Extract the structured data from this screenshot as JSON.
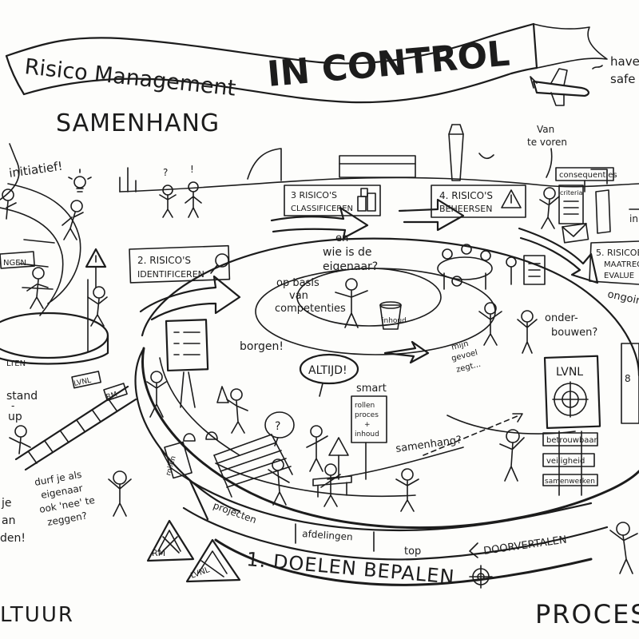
{
  "banner": {
    "part1": "Risico Management",
    "part2": "IN CONTROL"
  },
  "sections": {
    "samenhang": "SAMENHANG",
    "cultuur": "LTUUR",
    "proces": "PROCES"
  },
  "top_right_note": {
    "line1": "have",
    "line2": "safe"
  },
  "steps": {
    "step2": {
      "line1": "2. RISICO'S",
      "line2": "IDENTIFICEREN"
    },
    "step3": {
      "line1": "3 RISICO'S",
      "line2": "CLASSIFICEREN"
    },
    "step4": {
      "line1": "4. RISICO'S",
      "line2": "BEHEERSEN"
    },
    "step5": {
      "line1": "5. RISICOBE",
      "line2": "MAATREG",
      "line3": "EVALUE"
    },
    "step1": "1. DOELEN BEPALEN"
  },
  "labels": {
    "initiatief": "initiatief!",
    "van_te_voren": {
      "line1": "Van",
      "line2": "te voren"
    },
    "consequenties": "consequenties",
    "criteria": "criteria",
    "wie_is_eigenaar": {
      "line1": "en",
      "line2": "wie is de",
      "line3": "eigenaar?"
    },
    "op_basis": {
      "line1": "op basis",
      "line2": "van",
      "line3": "competenties"
    },
    "inhoud": "inhoud",
    "borgen": "borgen!",
    "altijd": "ALTIJD!",
    "smart": "smart",
    "smart_items": [
      "rollen",
      "proces",
      "+",
      "inhoud"
    ],
    "samenhang_q": "samenhang?",
    "onderbouwen": {
      "line1": "onder-",
      "line2": "bouwen?"
    },
    "mijn_gevoel": {
      "line1": "mijn",
      "line2": "gevoel",
      "line3": "zegt..."
    },
    "ongoing": "ongoin",
    "stand_up": {
      "line1": "stand",
      "line2": "-",
      "line3": "up"
    },
    "durf": {
      "line1": "durf je als",
      "line2": "eigenaar",
      "line3": "ook 'nee' te",
      "line4": "zeggen?"
    },
    "left_fragment": {
      "line1": "je",
      "line2": "an",
      "line3": "den!"
    },
    "rollen": "rollen",
    "projecten": "projecten",
    "afdelingen": "afdelingen",
    "top": "top",
    "doorvertalen": "DOORVERTALEN",
    "lvnl": "LVNL",
    "betrouwbaar": "betrouwbaar",
    "veiligheid": "veiligheid",
    "samenwerken": "samenwerken",
    "rm": "RM",
    "lvnl_small": "LVNL",
    "ngen": "NGEN",
    "lten": "LTEN",
    "lvnl_ladder": "LVNL",
    "rm_ladder": "RM",
    "right_edge": "in",
    "right_edge2": "8"
  }
}
